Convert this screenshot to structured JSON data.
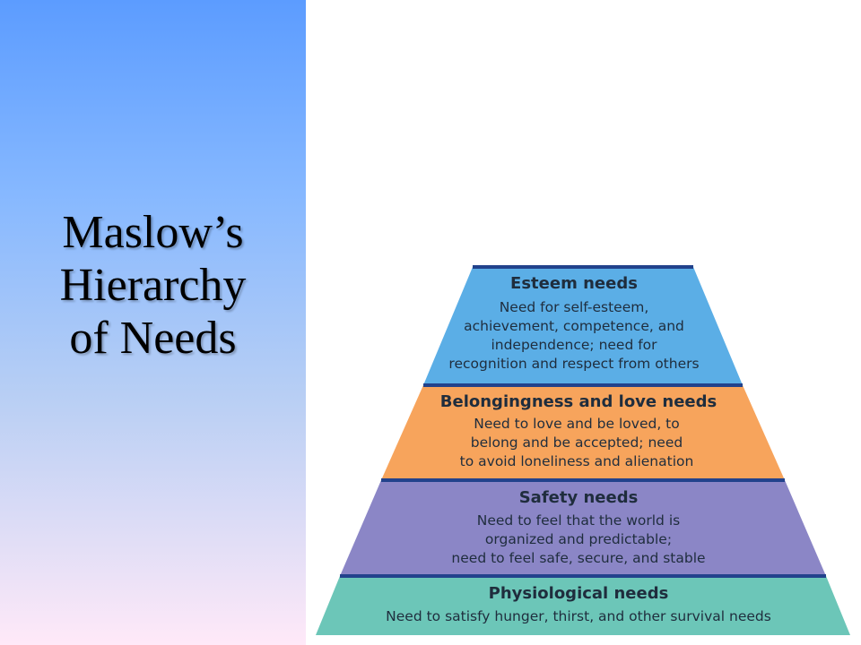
{
  "slide": {
    "title_lines": [
      "Maslow’s",
      "Hierarchy",
      "of Needs"
    ]
  },
  "pyramid": {
    "tiers": [
      {
        "title": "Esteem needs",
        "lines": [
          "Need for self-esteem,",
          "achievement, competence, and",
          "independence; need for",
          "recognition and respect from others"
        ],
        "color": "#5baee6"
      },
      {
        "title": "Belongingness and love needs",
        "lines": [
          "Need to love and be loved, to",
          "belong and be accepted; need",
          "to avoid loneliness and alienation"
        ],
        "color": "#f7a45c"
      },
      {
        "title": "Safety needs",
        "lines": [
          "Need to feel that the world is",
          "organized and predictable;",
          "need to feel safe, secure, and stable"
        ],
        "color": "#8b86c6"
      },
      {
        "title": "Physiological needs",
        "lines": [
          "Need to satisfy hunger, thirst, and other survival needs"
        ],
        "color": "#6cc6b8"
      }
    ],
    "divider_color": "#22428c"
  }
}
